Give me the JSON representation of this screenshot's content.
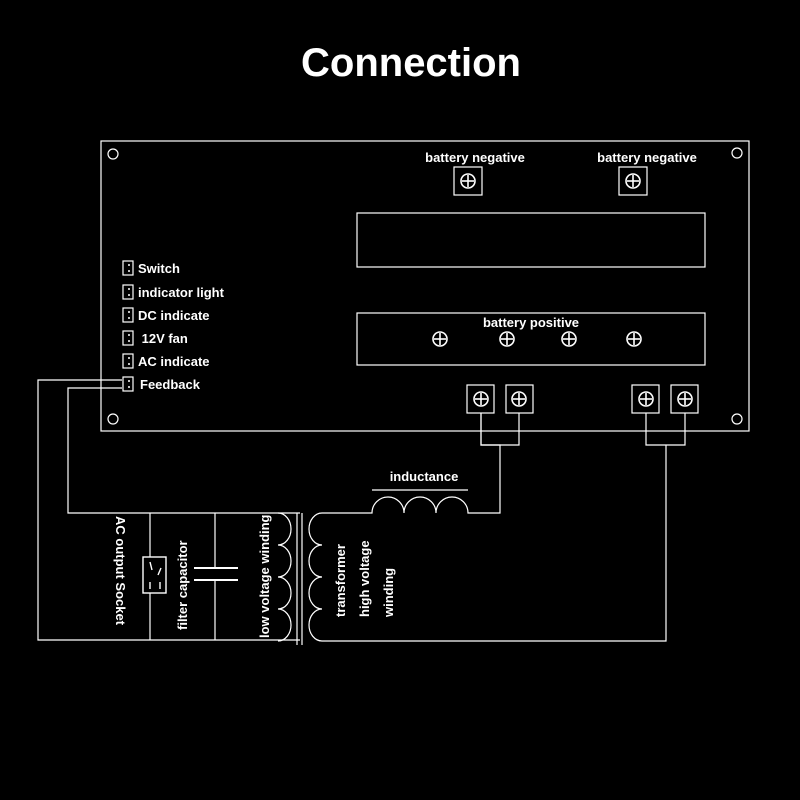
{
  "title": "Connection",
  "board": {
    "terminal_label_left": "battery  negative",
    "terminal_label_right": "battery  negative",
    "positive_label": "battery  positive",
    "connectors": [
      "Switch",
      "indicator light",
      "DC indicate",
      " 12V fan",
      "AC indicate",
      "Feedback"
    ]
  },
  "components": {
    "inductance": "inductance",
    "ac_socket": "AC output Socket",
    "filter_capacitor": "filter capacitor",
    "low_winding": "low voltage winding",
    "transformer": "transformer",
    "high_voltage": "high voltage",
    "winding": "winding"
  }
}
